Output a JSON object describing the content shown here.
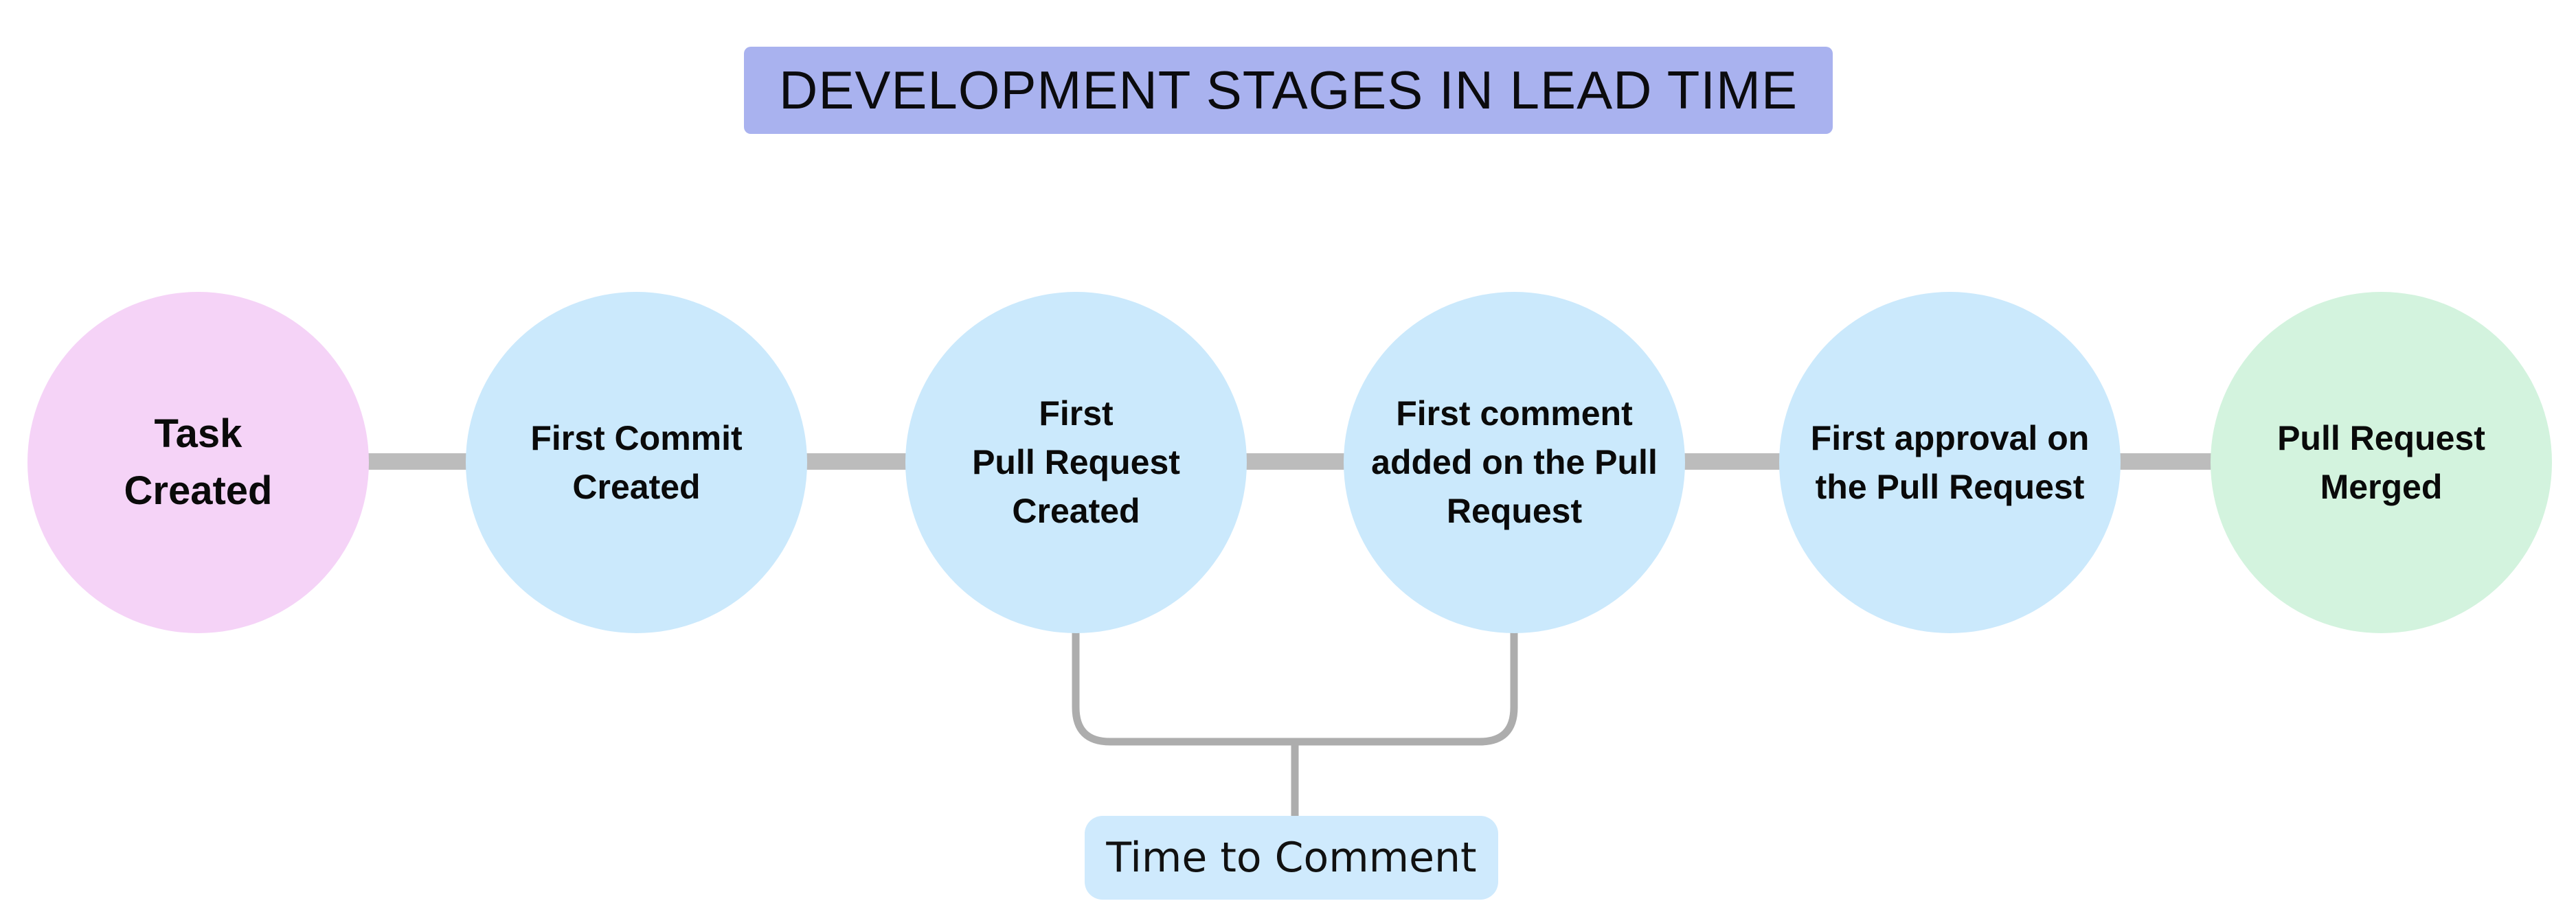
{
  "title": {
    "text": "DEVELOPMENT STAGES IN LEAD TIME",
    "background": "#a9b2ef",
    "text_color": "#0b0b0e"
  },
  "stages": [
    {
      "id": "task-created",
      "label": "Task\nCreated",
      "color": "#f5d3f7"
    },
    {
      "id": "first-commit-created",
      "label": "First Commit\nCreated",
      "color": "#cbe9fc"
    },
    {
      "id": "first-pull-request-created",
      "label": "First\nPull Request\nCreated",
      "color": "#cbe9fc"
    },
    {
      "id": "first-comment-added",
      "label": "First comment\nadded on the Pull\nRequest",
      "color": "#cbe9fc"
    },
    {
      "id": "first-approval",
      "label": "First approval on\nthe Pull Request",
      "color": "#cbe9fc"
    },
    {
      "id": "pull-request-merged",
      "label": "Pull Request\nMerged",
      "color": "#d3f3de"
    }
  ],
  "annotation": {
    "label": "Time to Comment",
    "background": "#cfeafd",
    "spans_stages": [
      "first-pull-request-created",
      "first-comment-added"
    ]
  },
  "colors": {
    "connector": "#bcbcbc",
    "bracket": "#adadad",
    "background": "#ffffff"
  }
}
